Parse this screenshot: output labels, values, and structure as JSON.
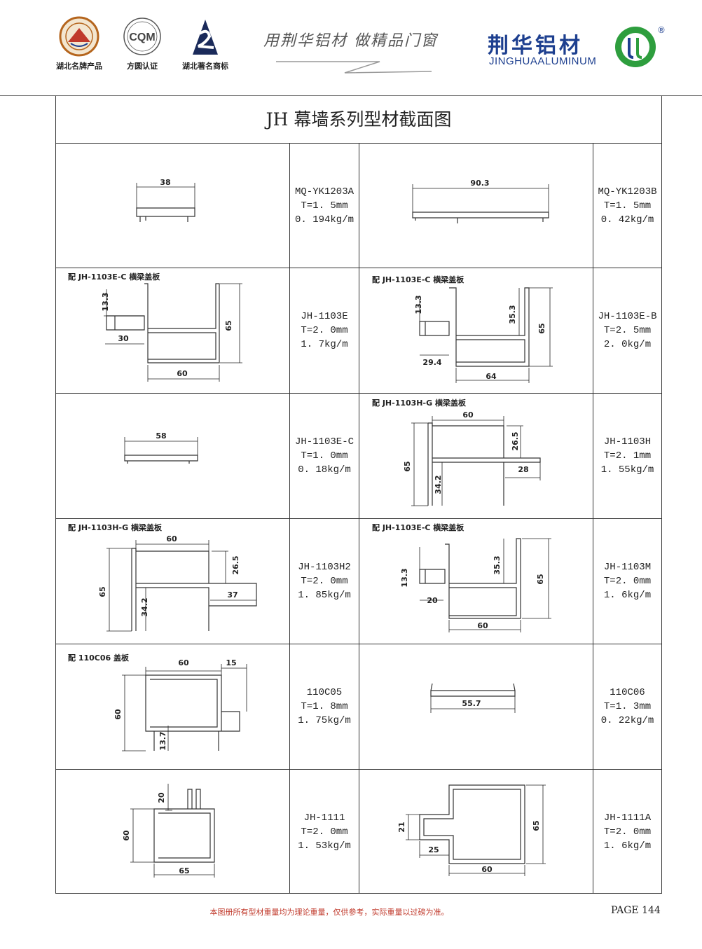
{
  "header": {
    "badges": [
      {
        "label": "湖北名牌产品",
        "icon": "hubei-brand-seal-icon"
      },
      {
        "label": "方圆认证",
        "icon": "cqm-certification-icon",
        "logo_text": "CQM"
      },
      {
        "label": "湖北著名商标",
        "icon": "famous-trademark-icon"
      }
    ],
    "slogan": "用荆华铝材  做精品门窗",
    "brand_cn": "荆华铝材",
    "brand_en": "JINGHUAALUMINUM",
    "brand_registered": "®",
    "colors": {
      "brand": "#1d3f8f",
      "logo_green": "#2e9e3e",
      "note_red": "#c0392b"
    }
  },
  "page_title": "JH 幕墙系列型材截面图",
  "profiles": [
    {
      "code": "MQ-YK1203A",
      "thickness": "T=1. 5mm",
      "weight": "0. 194kg/m",
      "pair_note": "",
      "dims": [
        "38"
      ]
    },
    {
      "code": "MQ-YK1203B",
      "thickness": "T=1. 5mm",
      "weight": "0. 42kg/m",
      "pair_note": "",
      "dims": [
        "90.3"
      ]
    },
    {
      "code": "JH-1103E",
      "thickness": "T=2. 0mm",
      "weight": "1. 7kg/m",
      "pair_note": "配 JH-1103E-C 横梁盖板",
      "dims": [
        "13.3",
        "30",
        "60",
        "65"
      ]
    },
    {
      "code": "JH-1103E-B",
      "thickness": "T=2. 5mm",
      "weight": "2. 0kg/m",
      "pair_note": "配 JH-1103E-C 横梁盖板",
      "dims": [
        "13.3",
        "35.3",
        "65",
        "29.4",
        "64"
      ]
    },
    {
      "code": "JH-1103E-C",
      "thickness": "T=1. 0mm",
      "weight": "0. 18kg/m",
      "pair_note": "",
      "dims": [
        "58"
      ]
    },
    {
      "code": "JH-1103H",
      "thickness": "T=2. 1mm",
      "weight": "1. 55kg/m",
      "pair_note": "配 JH-1103H-G 横梁盖板",
      "dims": [
        "60",
        "26.5",
        "65",
        "28",
        "34.2"
      ]
    },
    {
      "code": "JH-1103H2",
      "thickness": "T=2. 0mm",
      "weight": "1. 85kg/m",
      "pair_note": "配 JH-1103H-G 横梁盖板",
      "dims": [
        "60",
        "26.5",
        "65",
        "37",
        "34.2"
      ]
    },
    {
      "code": "JH-1103M",
      "thickness": "T=2. 0mm",
      "weight": "1. 6kg/m",
      "pair_note": "配 JH-1103E-C 横梁盖板",
      "dims": [
        "13.3",
        "35.3",
        "65",
        "20",
        "60"
      ]
    },
    {
      "code": "110C05",
      "thickness": "T=1. 8mm",
      "weight": "1. 75kg/m",
      "pair_note": "配 110C06 盖板",
      "dims": [
        "60",
        "15",
        "60",
        "13.7"
      ]
    },
    {
      "code": "110C06",
      "thickness": "T=1. 3mm",
      "weight": "0. 22kg/m",
      "pair_note": "",
      "dims": [
        "55.7"
      ]
    },
    {
      "code": "JH-1111",
      "thickness": "T=2. 0mm",
      "weight": "1. 53kg/m",
      "pair_note": "",
      "dims": [
        "20",
        "60",
        "65"
      ]
    },
    {
      "code": "JH-1111A",
      "thickness": "T=2. 0mm",
      "weight": "1. 6kg/m",
      "pair_note": "",
      "dims": [
        "21",
        "65",
        "25",
        "60"
      ]
    }
  ],
  "footer": {
    "note": "本图册所有型材重量均为理论重量，仅供参考，实际重量以过磅为准。",
    "page": "PAGE 144"
  }
}
